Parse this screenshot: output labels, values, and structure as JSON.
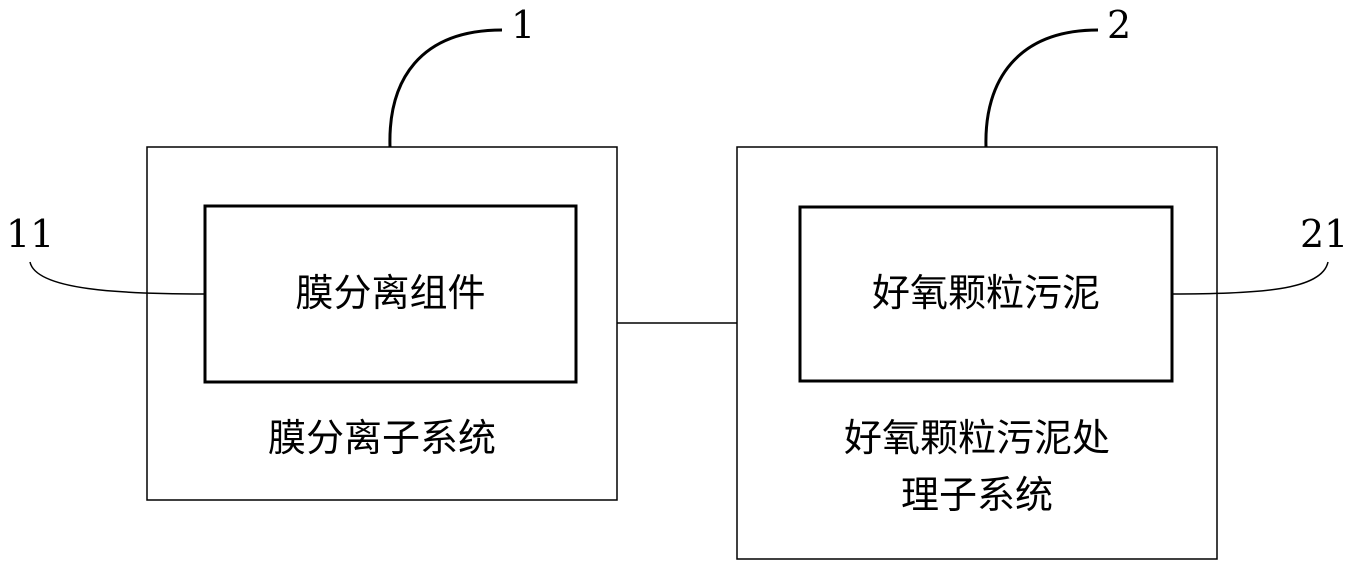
{
  "system_1": {
    "ref": "1",
    "title": "膜分离子系统",
    "component": {
      "ref": "11",
      "label": "膜分离组件"
    }
  },
  "system_2": {
    "ref": "2",
    "title_line_1": "好氧颗粒污泥处",
    "title_line_2": "理子系统",
    "component": {
      "ref": "21",
      "label": "好氧颗粒污泥"
    }
  }
}
